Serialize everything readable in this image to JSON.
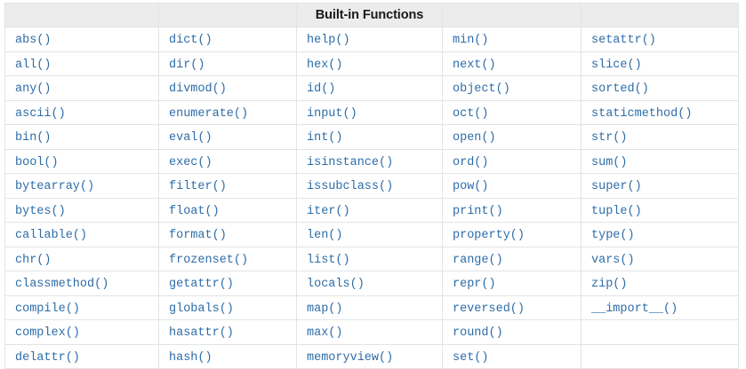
{
  "table": {
    "caption": "Built-in Functions",
    "header_span_column": 3,
    "columns": 5,
    "accent_link_color": "#2d6ca8",
    "header_background": "#ececec",
    "border_color": "#e1e4e5",
    "rows": [
      [
        "abs()",
        "dict()",
        "help()",
        "min()",
        "setattr()"
      ],
      [
        "all()",
        "dir()",
        "hex()",
        "next()",
        "slice()"
      ],
      [
        "any()",
        "divmod()",
        "id()",
        "object()",
        "sorted()"
      ],
      [
        "ascii()",
        "enumerate()",
        "input()",
        "oct()",
        "staticmethod()"
      ],
      [
        "bin()",
        "eval()",
        "int()",
        "open()",
        "str()"
      ],
      [
        "bool()",
        "exec()",
        "isinstance()",
        "ord()",
        "sum()"
      ],
      [
        "bytearray()",
        "filter()",
        "issubclass()",
        "pow()",
        "super()"
      ],
      [
        "bytes()",
        "float()",
        "iter()",
        "print()",
        "tuple()"
      ],
      [
        "callable()",
        "format()",
        "len()",
        "property()",
        "type()"
      ],
      [
        "chr()",
        "frozenset()",
        "list()",
        "range()",
        "vars()"
      ],
      [
        "classmethod()",
        "getattr()",
        "locals()",
        "repr()",
        "zip()"
      ],
      [
        "compile()",
        "globals()",
        "map()",
        "reversed()",
        "__import__()"
      ],
      [
        "complex()",
        "hasattr()",
        "max()",
        "round()",
        ""
      ],
      [
        "delattr()",
        "hash()",
        "memoryview()",
        "set()",
        ""
      ]
    ]
  }
}
